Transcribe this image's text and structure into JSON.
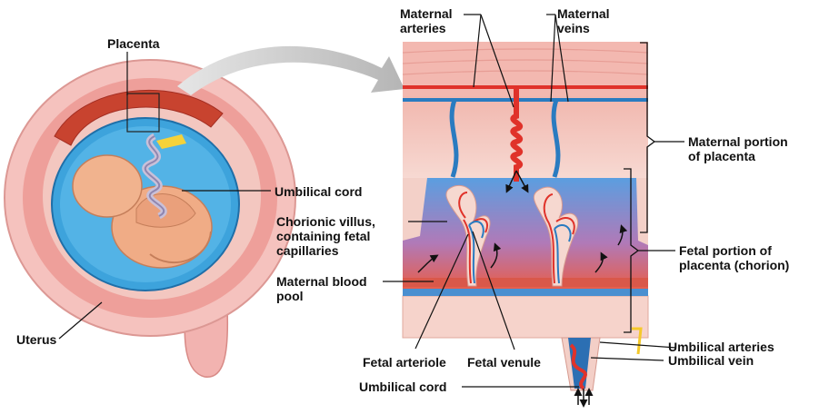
{
  "labels": {
    "placenta": "Placenta",
    "maternal_arteries": "Maternal\narteries",
    "maternal_veins": "Maternal\nveins",
    "maternal_portion": "Maternal portion\nof placenta",
    "umbilical_cord_left": "Umbilical cord",
    "chorionic_villus": "Chorionic villus,\ncontaining fetal\ncapillaries",
    "maternal_blood_pool": "Maternal blood\npool",
    "fetal_portion": "Fetal portion of\nplacenta (chorion)",
    "uterus": "Uterus",
    "fetal_arteriole": "Fetal arteriole",
    "fetal_venule": "Fetal venule",
    "umbilical_arteries": "Umbilical arteries",
    "umbilical_vein": "Umbilical vein",
    "umbilical_cord_bottom": "Umbilical cord"
  },
  "colors": {
    "uterus_wall": "#f2b3b0",
    "uterus_inner": "#e88f8a",
    "amniotic_fluid": "#3aa0d8",
    "fetus_skin": "#f0b08c",
    "maternal_tissue": "#f4cfc8",
    "artery_red": "#e0322a",
    "vein_blue": "#2a7bc0",
    "blood_pool_top": "#6aa8e0",
    "blood_pool_bottom": "#e85a40",
    "arrow_gray": "#c8c8c8"
  }
}
